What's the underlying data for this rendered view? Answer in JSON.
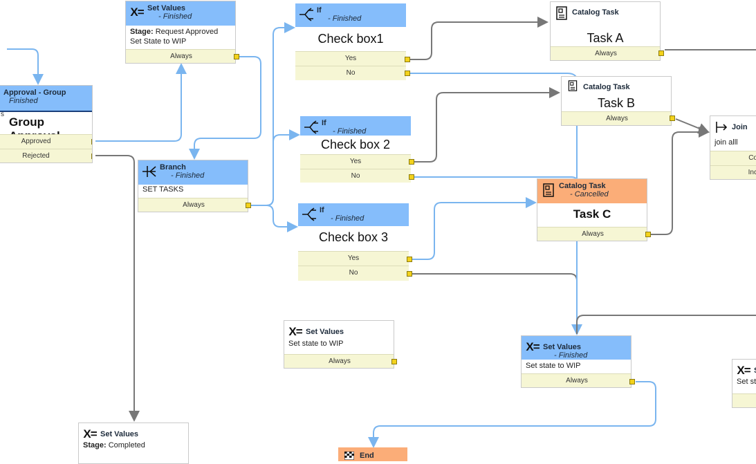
{
  "colors": {
    "header_blue": "#85bdfb",
    "header_orange": "#fbad78",
    "condition_bg": "#f6f6d4",
    "port": "#f3d21c",
    "wire_blue": "#7ab5ef",
    "wire_gray": "#777777"
  },
  "nodes": {
    "group_approval": {
      "type": "Approval - Group",
      "status": "Finished",
      "title": "Group Approval",
      "stub": "s",
      "conditions": [
        "Approved",
        "Rejected"
      ]
    },
    "set_values_top": {
      "type": "Set Values",
      "status": "- Finished",
      "stage_label": "Stage:",
      "stage_value": "Request Approved",
      "line": "Set State to WIP",
      "conditions": [
        "Always"
      ]
    },
    "branch": {
      "type": "Branch",
      "status": "- Finished",
      "line": "SET TASKS",
      "conditions": [
        "Always"
      ]
    },
    "if1": {
      "type": "If",
      "status": "- Finished",
      "title": "Check box1",
      "conditions": [
        "Yes",
        "No"
      ]
    },
    "if2": {
      "type": "If",
      "status": "- Finished",
      "title": "Check box 2",
      "conditions": [
        "Yes",
        "No"
      ]
    },
    "if3": {
      "type": "If",
      "status": "- Finished",
      "title": "Check box 3",
      "conditions": [
        "Yes",
        "No"
      ]
    },
    "task_a": {
      "type": "Catalog Task",
      "title": "Task A",
      "conditions": [
        "Always"
      ]
    },
    "task_b": {
      "type": "Catalog Task",
      "title": "Task B",
      "conditions": [
        "Always"
      ]
    },
    "task_c": {
      "type": "Catalog Task",
      "status": "- Cancelled",
      "title": "Task C",
      "conditions": [
        "Always"
      ]
    },
    "join": {
      "type": "Join",
      "line": "join alll",
      "conditions": [
        "Co",
        "Inc"
      ]
    },
    "set_values_mid": {
      "type": "Set Values",
      "line": "Set state to WIP",
      "conditions": [
        "Always"
      ]
    },
    "set_values_fin": {
      "type": "Set Values",
      "status": "- Finished",
      "line": "Set state to WIP",
      "conditions": [
        "Always"
      ]
    },
    "set_values_bottom": {
      "type": "Set Values",
      "stage_label": "Stage:",
      "stage_value": "Completed"
    },
    "set_values_right": {
      "type": "S",
      "line": "Set sta"
    },
    "end": {
      "type": "End"
    }
  }
}
